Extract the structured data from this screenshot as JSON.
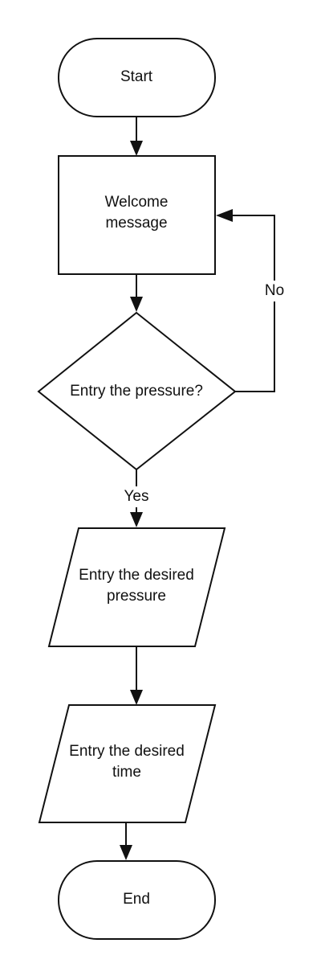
{
  "nodes": {
    "start": {
      "label": "Start"
    },
    "welcome": {
      "line1": "Welcome",
      "line2": "message"
    },
    "decision": {
      "label": "Entry the pressure?"
    },
    "pressure_input": {
      "line1": "Entry the desired",
      "line2": "pressure"
    },
    "time_input": {
      "line1": "Entry the desired",
      "line2": "time"
    },
    "end": {
      "label": "End"
    }
  },
  "edges": {
    "no_label": "No",
    "yes_label": "Yes"
  }
}
